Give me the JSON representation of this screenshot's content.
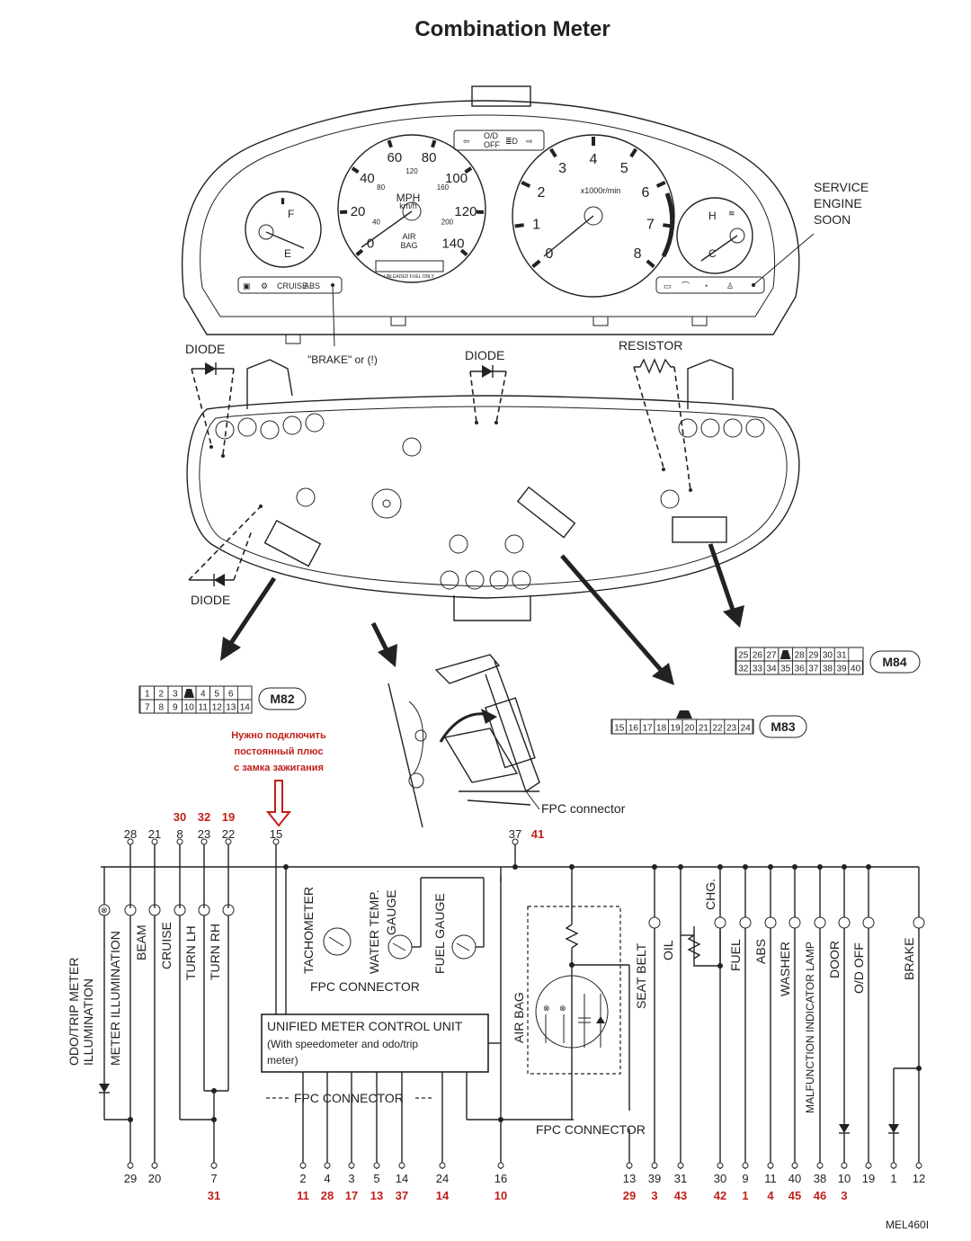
{
  "title": "Combination Meter",
  "code": "MEL460I",
  "callouts": {
    "service_engine_soon": [
      "SERVICE",
      "ENGINE",
      "SOON"
    ],
    "brake_lamp": "\"BRAKE\" or (!)",
    "diode_left_top": "DIODE",
    "diode_center": "DIODE",
    "resistor": "RESISTOR",
    "diode_left_bottom": "DIODE",
    "fpc_connector_upper": "FPC connector"
  },
  "gauges": {
    "speedometer": {
      "unit": "MPH",
      "unit_sub": "km/h",
      "mph_ticks": [
        "0",
        "20",
        "40",
        "60",
        "80",
        "100",
        "120",
        "140"
      ],
      "kmh_ticks": [
        "40",
        "80",
        "120",
        "160",
        "200"
      ],
      "warning": [
        "AIR",
        "BAG"
      ],
      "fuel_label": "UNLEADED FUEL ONLY"
    },
    "tachometer": {
      "unit": "x1000r/min",
      "ticks": [
        "0",
        "1",
        "2",
        "3",
        "4",
        "5",
        "6",
        "7",
        "8"
      ]
    },
    "fuel": {
      "full": "F",
      "empty": "E"
    },
    "temperature": {
      "hot": "H",
      "cold": "C"
    },
    "left_indicators": [
      "CRUISE",
      "ABS"
    ],
    "top_indicator": [
      "O/D",
      "OFF"
    ]
  },
  "connectors": {
    "M82": {
      "label": "M82",
      "row1": [
        "1",
        "2",
        "3",
        "",
        "4",
        "5",
        "6"
      ],
      "row2": [
        "7",
        "8",
        "9",
        "10",
        "11",
        "12",
        "13",
        "14"
      ]
    },
    "M83": {
      "label": "M83",
      "row1": [
        "15",
        "16",
        "17",
        "18",
        "19",
        "20",
        "21",
        "22",
        "23",
        "24"
      ]
    },
    "M84": {
      "label": "M84",
      "row1": [
        "25",
        "26",
        "27",
        "",
        "28",
        "29",
        "30",
        "31"
      ],
      "row2": [
        "32",
        "33",
        "34",
        "35",
        "36",
        "37",
        "38",
        "39",
        "40"
      ]
    }
  },
  "annotation_ru": [
    "Нужно подключить",
    "постоянный плюс",
    "с замка зажигания"
  ],
  "schematic": {
    "top_pins": [
      {
        "pin": "28",
        "red": ""
      },
      {
        "pin": "21",
        "red": ""
      },
      {
        "pin": "8",
        "red": "30"
      },
      {
        "pin": "23",
        "red": "32"
      },
      {
        "pin": "22",
        "red": "19"
      },
      {
        "pin": "15",
        "red": ""
      },
      {
        "pin": "37",
        "red": "41"
      }
    ],
    "lamp_labels_left": [
      "ODO/TRIP METER",
      "ILLUMINATION",
      "METER ILLUMINATION",
      "BEAM",
      "CRUISE",
      "TURN LH",
      "TURN RH"
    ],
    "gauge_labels": [
      "TACHOMETER",
      "WATER TEMP.",
      "GAUGE",
      "FUEL GAUGE"
    ],
    "fpc_top": "FPC CONNECTOR",
    "unit_text": [
      "UNIFIED METER CONTROL UNIT",
      "(With speedometer and odo/trip",
      "meter)"
    ],
    "fpc_bottom": "FPC CONNECTOR",
    "fpc_right": "FPC CONNECTOR",
    "airbag": "AIR BAG",
    "chg": "CHG.",
    "lamp_labels_right": [
      "SEAT BELT",
      "OIL",
      "FUEL",
      "ABS",
      "WASHER",
      "MALFUNCTION INDICATOR LAMP",
      "DOOR",
      "O/D OFF",
      "BRAKE"
    ],
    "bottom_pins": [
      {
        "pin": "29",
        "red": ""
      },
      {
        "pin": "20",
        "red": ""
      },
      {
        "pin": "7",
        "red": "31"
      },
      {
        "pin": "2",
        "red": "11"
      },
      {
        "pin": "4",
        "red": "28"
      },
      {
        "pin": "3",
        "red": "17"
      },
      {
        "pin": "5",
        "red": "13"
      },
      {
        "pin": "14",
        "red": "37"
      },
      {
        "pin": "24",
        "red": "14"
      },
      {
        "pin": "16",
        "red": "10"
      },
      {
        "pin": "13",
        "red": "29"
      },
      {
        "pin": "39",
        "red": "3"
      },
      {
        "pin": "31",
        "red": "43"
      },
      {
        "pin": "30",
        "red": "42"
      },
      {
        "pin": "9",
        "red": "1"
      },
      {
        "pin": "11",
        "red": "4"
      },
      {
        "pin": "40",
        "red": "45"
      },
      {
        "pin": "38",
        "red": "46"
      },
      {
        "pin": "10",
        "red": "3"
      },
      {
        "pin": "19",
        "red": ""
      },
      {
        "pin": "1",
        "red": ""
      },
      {
        "pin": "12",
        "red": ""
      }
    ]
  }
}
